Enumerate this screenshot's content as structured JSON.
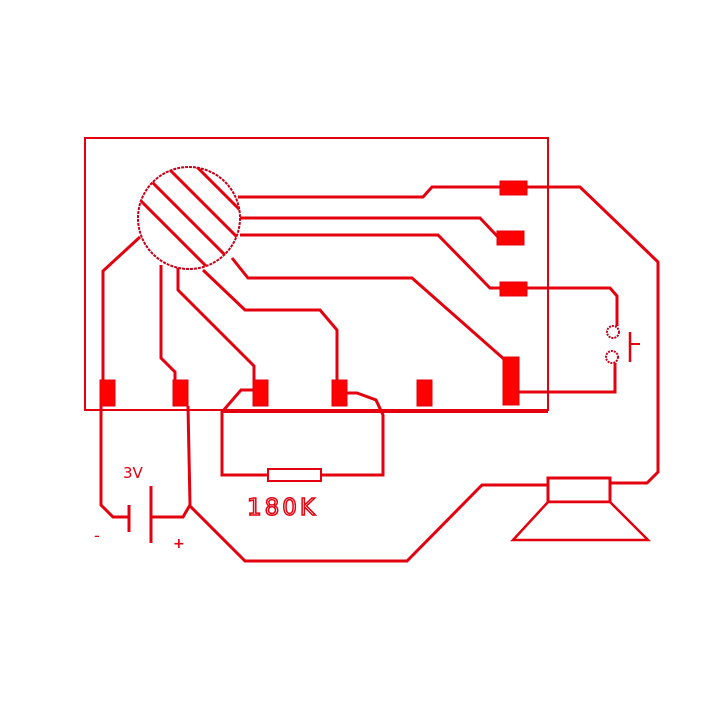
{
  "diagram": {
    "type": "pcb-circuit-layout",
    "colors": {
      "trace": "#e3000f",
      "pad": "#ff0000",
      "background": "#ffffff"
    },
    "labels": {
      "battery_voltage": "3V",
      "battery_negative": "-",
      "battery_positive": "+",
      "resistor_value": "180K"
    },
    "components": [
      {
        "id": "ic-sensor",
        "kind": "hatched-circle",
        "description": "circular sensor / IC footprint"
      },
      {
        "id": "battery",
        "kind": "battery",
        "value": "3V"
      },
      {
        "id": "resistor",
        "kind": "resistor",
        "value": "180K"
      },
      {
        "id": "push-button",
        "kind": "switch"
      },
      {
        "id": "speaker",
        "kind": "speaker"
      }
    ],
    "pads": {
      "right_column": 4,
      "bottom_row": 6
    }
  }
}
